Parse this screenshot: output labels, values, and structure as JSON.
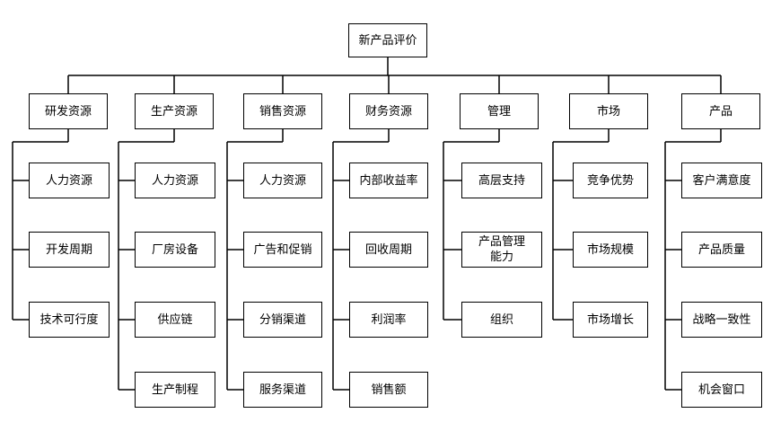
{
  "root": "新产品评价",
  "branches": [
    {
      "label": "研发资源",
      "items": [
        "人力资源",
        "开发周期",
        "技术可行度"
      ]
    },
    {
      "label": "生产资源",
      "items": [
        "人力资源",
        "厂房设备",
        "供应链",
        "生产制程"
      ]
    },
    {
      "label": "销售资源",
      "items": [
        "人力资源",
        "广告和促销",
        "分销渠道",
        "服务渠道"
      ]
    },
    {
      "label": "财务资源",
      "items": [
        "内部收益率",
        "回收周期",
        "利润率",
        "销售额"
      ]
    },
    {
      "label": "管理",
      "items": [
        "高层支持",
        "产品管理\n能力",
        "组织"
      ]
    },
    {
      "label": "市场",
      "items": [
        "竞争优势",
        "市场规模",
        "市场增长"
      ]
    },
    {
      "label": "产品",
      "items": [
        "客户满意度",
        "产品质量",
        "战略一致性",
        "机会窗口"
      ]
    }
  ]
}
